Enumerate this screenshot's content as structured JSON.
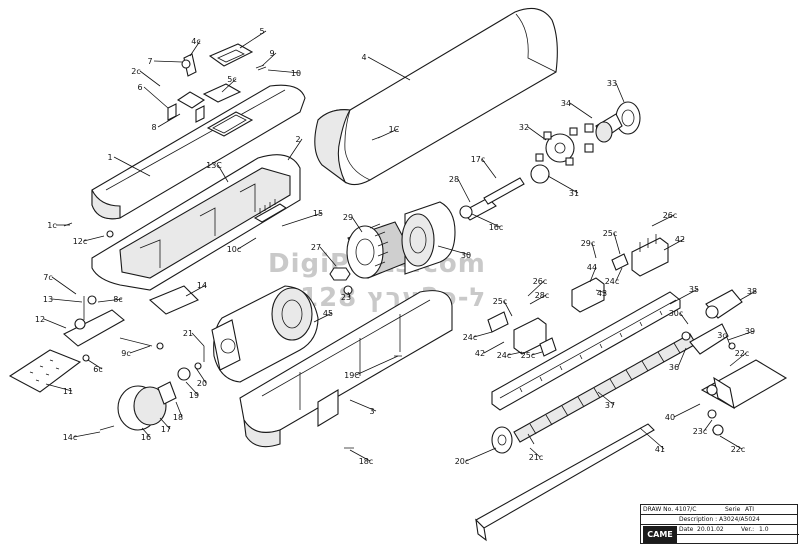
{
  "watermark": {
    "line1": "DigiParts.com",
    "line2": "ל-פ3ערץ 128"
  },
  "title_block": {
    "draw_no_label": "DRAW No.",
    "draw_no": "4107/C",
    "serie_label": "Serie",
    "serie": "ATI",
    "description_label": "Description :",
    "description": "A3024/A5024",
    "date_label": "Date",
    "date": "20.01.02",
    "ver_label": "Ver.:",
    "ver": "1.0",
    "brand": "CAME"
  },
  "callouts": [
    {
      "id": "1",
      "text": "1"
    },
    {
      "id": "1c-a",
      "text": "1c"
    },
    {
      "id": "1c-b",
      "text": "1C"
    },
    {
      "id": "2",
      "text": "2"
    },
    {
      "id": "2c",
      "text": "2c"
    },
    {
      "id": "3",
      "text": "3"
    },
    {
      "id": "3c",
      "text": "3c"
    },
    {
      "id": "4",
      "text": "4"
    },
    {
      "id": "4c",
      "text": "4c"
    },
    {
      "id": "5",
      "text": "5"
    },
    {
      "id": "5c",
      "text": "5c"
    },
    {
      "id": "6",
      "text": "6"
    },
    {
      "id": "6c",
      "text": "6c"
    },
    {
      "id": "7",
      "text": "7"
    },
    {
      "id": "7c",
      "text": "7c"
    },
    {
      "id": "8",
      "text": "8"
    },
    {
      "id": "8c",
      "text": "8c"
    },
    {
      "id": "9",
      "text": "9"
    },
    {
      "id": "9c",
      "text": "9c"
    },
    {
      "id": "10",
      "text": "10"
    },
    {
      "id": "10c",
      "text": "10c"
    },
    {
      "id": "11",
      "text": "11"
    },
    {
      "id": "12",
      "text": "12"
    },
    {
      "id": "12c",
      "text": "12c"
    },
    {
      "id": "13",
      "text": "13"
    },
    {
      "id": "13c",
      "text": "13C"
    },
    {
      "id": "14",
      "text": "14"
    },
    {
      "id": "14c",
      "text": "14c"
    },
    {
      "id": "15",
      "text": "15"
    },
    {
      "id": "16",
      "text": "16"
    },
    {
      "id": "16c",
      "text": "16c"
    },
    {
      "id": "17",
      "text": "17"
    },
    {
      "id": "17c",
      "text": "17c"
    },
    {
      "id": "18",
      "text": "18"
    },
    {
      "id": "18c",
      "text": "18c"
    },
    {
      "id": "19",
      "text": "19"
    },
    {
      "id": "19c",
      "text": "19C"
    },
    {
      "id": "20",
      "text": "20"
    },
    {
      "id": "20c",
      "text": "20c"
    },
    {
      "id": "21",
      "text": "21"
    },
    {
      "id": "21c",
      "text": "21c"
    },
    {
      "id": "22c-a",
      "text": "22c"
    },
    {
      "id": "22c-b",
      "text": "22c"
    },
    {
      "id": "23",
      "text": "23"
    },
    {
      "id": "23c",
      "text": "23c"
    },
    {
      "id": "24c-a",
      "text": "24c"
    },
    {
      "id": "24c-b",
      "text": "24c"
    },
    {
      "id": "24c-c",
      "text": "24c"
    },
    {
      "id": "25c-a",
      "text": "25c"
    },
    {
      "id": "25c-b",
      "text": "25c"
    },
    {
      "id": "25c-c",
      "text": "25c"
    },
    {
      "id": "26c-a",
      "text": "26c"
    },
    {
      "id": "26c-b",
      "text": "26c"
    },
    {
      "id": "27",
      "text": "27"
    },
    {
      "id": "28",
      "text": "28"
    },
    {
      "id": "28c",
      "text": "28c"
    },
    {
      "id": "29",
      "text": "29"
    },
    {
      "id": "29c",
      "text": "29c"
    },
    {
      "id": "30",
      "text": "30"
    },
    {
      "id": "30c",
      "text": "30c"
    },
    {
      "id": "31",
      "text": "31"
    },
    {
      "id": "32",
      "text": "32"
    },
    {
      "id": "33",
      "text": "33"
    },
    {
      "id": "34",
      "text": "34"
    },
    {
      "id": "35",
      "text": "35"
    },
    {
      "id": "36",
      "text": "36"
    },
    {
      "id": "37",
      "text": "37"
    },
    {
      "id": "38",
      "text": "38"
    },
    {
      "id": "39",
      "text": "39"
    },
    {
      "id": "40",
      "text": "40"
    },
    {
      "id": "41",
      "text": "41"
    },
    {
      "id": "42-a",
      "text": "42"
    },
    {
      "id": "42-b",
      "text": "42"
    },
    {
      "id": "43",
      "text": "43"
    },
    {
      "id": "44",
      "text": "44"
    },
    {
      "id": "45",
      "text": "45"
    }
  ]
}
